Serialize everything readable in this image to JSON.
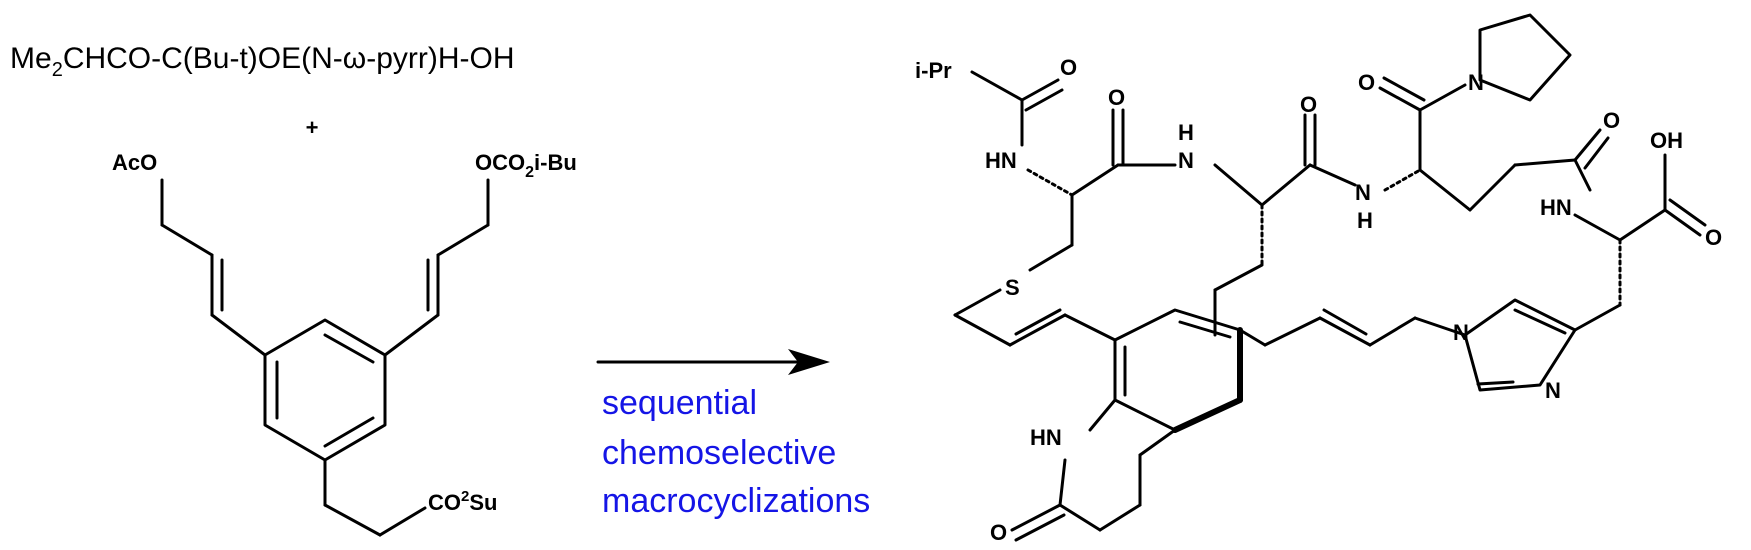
{
  "reactant_1": {
    "part_me": "Me",
    "part_sub": "2",
    "part_rest": "CHCO-C(Bu-t)OE(N-ω-pyrr)H-OH"
  },
  "plus_sign": "+",
  "reactant_2": {
    "aco_label": "AcO",
    "oco2_label_a": "OCO",
    "oco2_label_sub": "2",
    "oco2_label_b": "i-Bu",
    "co2su_label_a": "CO",
    "co2su_label_sup": "2",
    "co2su_label_b": "Su"
  },
  "conditions": {
    "line_1": "sequential",
    "line_2": "chemoselective",
    "line_3": "macrocyclizations"
  },
  "product": {
    "ipr_label": "i-Pr",
    "o_label": "O",
    "hn_label": "HN",
    "h_label": "H",
    "n_label": "N",
    "oh_label": "OH",
    "s_label": "S"
  },
  "colors": {
    "structure": "#000000",
    "conditions_text": "#1515e6"
  }
}
